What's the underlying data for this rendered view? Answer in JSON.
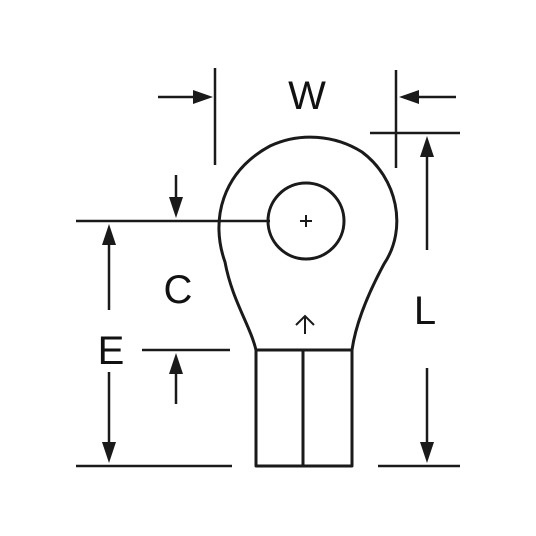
{
  "diagram": {
    "labels": {
      "width": "W",
      "length": "L",
      "center": "C",
      "end": "E"
    },
    "colors": {
      "line": "#1a1a1a",
      "background": "#ffffff"
    }
  }
}
